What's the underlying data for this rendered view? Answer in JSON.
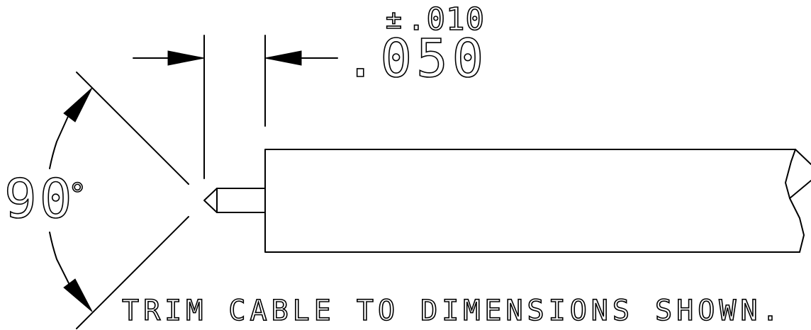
{
  "drawing": {
    "dimension_value": ".050",
    "tolerance_sign": "±",
    "tolerance_value": ".010",
    "angle_value": "90",
    "angle_symbol": "°",
    "note": "TRIM CABLE TO DIMENSIONS SHOWN."
  }
}
